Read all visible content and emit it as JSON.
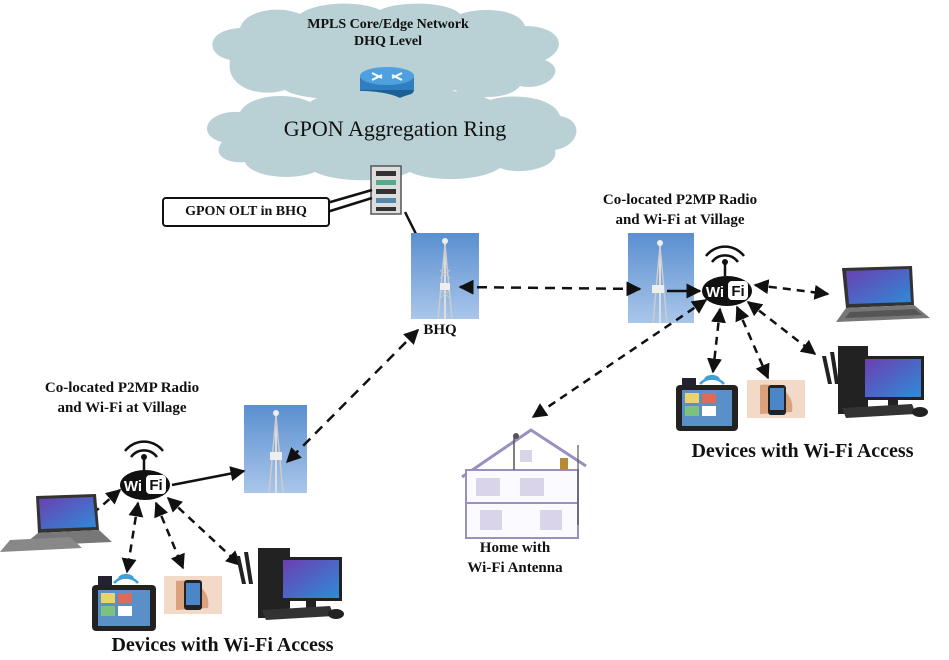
{
  "cloud_top": {
    "line1": "MPLS Core/Edge Network",
    "line2": "DHQ Level"
  },
  "cloud_ring": {
    "label": "GPON Aggregation Ring"
  },
  "olt_label": "GPON OLT in BHQ",
  "bhq_label": "BHQ",
  "village_right": {
    "line1": "Co-located P2MP Radio",
    "line2": "and Wi-Fi at Village"
  },
  "village_left": {
    "line1": "Co-located P2MP Radio",
    "line2": "and Wi-Fi at Village"
  },
  "devices_right_caption": "Devices with Wi-Fi Access",
  "devices_left_caption": "Devices with Wi-Fi Access",
  "home": {
    "line1": "Home with",
    "line2": "Wi-Fi Antenna"
  },
  "wifi_badge": {
    "left": "Wi",
    "right": "Fi"
  },
  "colors": {
    "cloud": "#b9d0d4",
    "sky": "#6f9fd6",
    "router": "#2f7fc0",
    "line": "#111111"
  },
  "icons": [
    "cloud-icon",
    "router-icon",
    "olt-rack-icon",
    "radio-tower-icon",
    "wifi-hotspot-icon",
    "laptop-icon",
    "tablet-icon",
    "smartphone-icon",
    "desktop-pc-icon",
    "house-icon"
  ]
}
